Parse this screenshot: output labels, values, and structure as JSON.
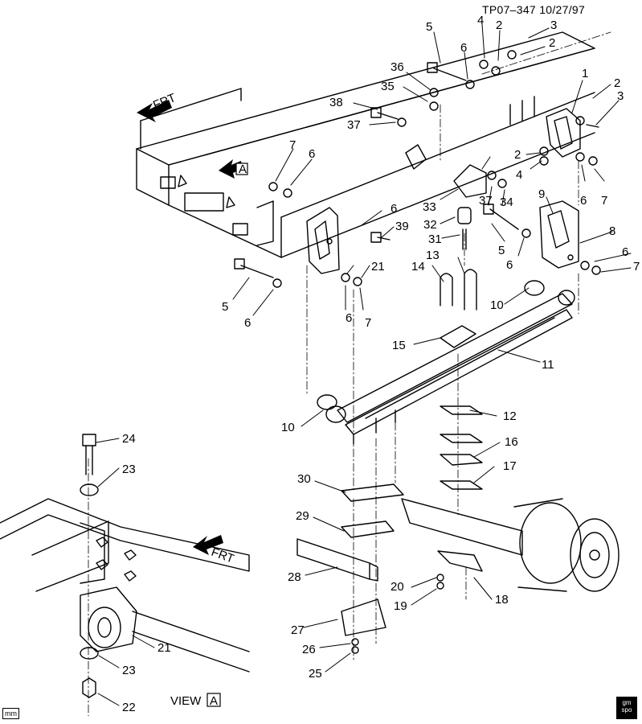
{
  "header": {
    "ref": "TP07–347  10/27/97"
  },
  "footer": {
    "mm_label": "mm",
    "logo_top": "gm",
    "logo_bottom": "spo"
  },
  "view": {
    "title": "VIEW",
    "letter": "A"
  },
  "arrows": {
    "frt_main": "FRT",
    "frt_view": "FRT",
    "view_ref": "A"
  },
  "callouts": {
    "c1": "1",
    "c2a": "2",
    "c2b": "2",
    "c2c": "2",
    "c2d": "2",
    "c3a": "3",
    "c3b": "3",
    "c4a": "4",
    "c4b": "4",
    "c5a": "5",
    "c5b": "5",
    "c5c": "5",
    "c6a": "6",
    "c6b": "6",
    "c6c": "6",
    "c6d": "6",
    "c6e": "6",
    "c6f": "6",
    "c6g": "6",
    "c6h": "6",
    "c7a": "7",
    "c7b": "7",
    "c7c": "7",
    "c7d": "7",
    "c8": "8",
    "c9": "9",
    "c10a": "10",
    "c10b": "10",
    "c11": "11",
    "c12": "12",
    "c13": "13",
    "c14": "14",
    "c15": "15",
    "c16": "16",
    "c17": "17",
    "c18": "18",
    "c19": "19",
    "c20": "20",
    "c21a": "21",
    "c21b": "21",
    "c22": "22",
    "c23a": "23",
    "c23b": "23",
    "c24": "24",
    "c25": "25",
    "c26": "26",
    "c27": "27",
    "c28": "28",
    "c29": "29",
    "c30": "30",
    "c31": "31",
    "c32": "32",
    "c33": "33",
    "c34": "34",
    "c35": "35",
    "c36": "36",
    "c37a": "37",
    "c37b": "37",
    "c38": "38",
    "c39": "39"
  }
}
